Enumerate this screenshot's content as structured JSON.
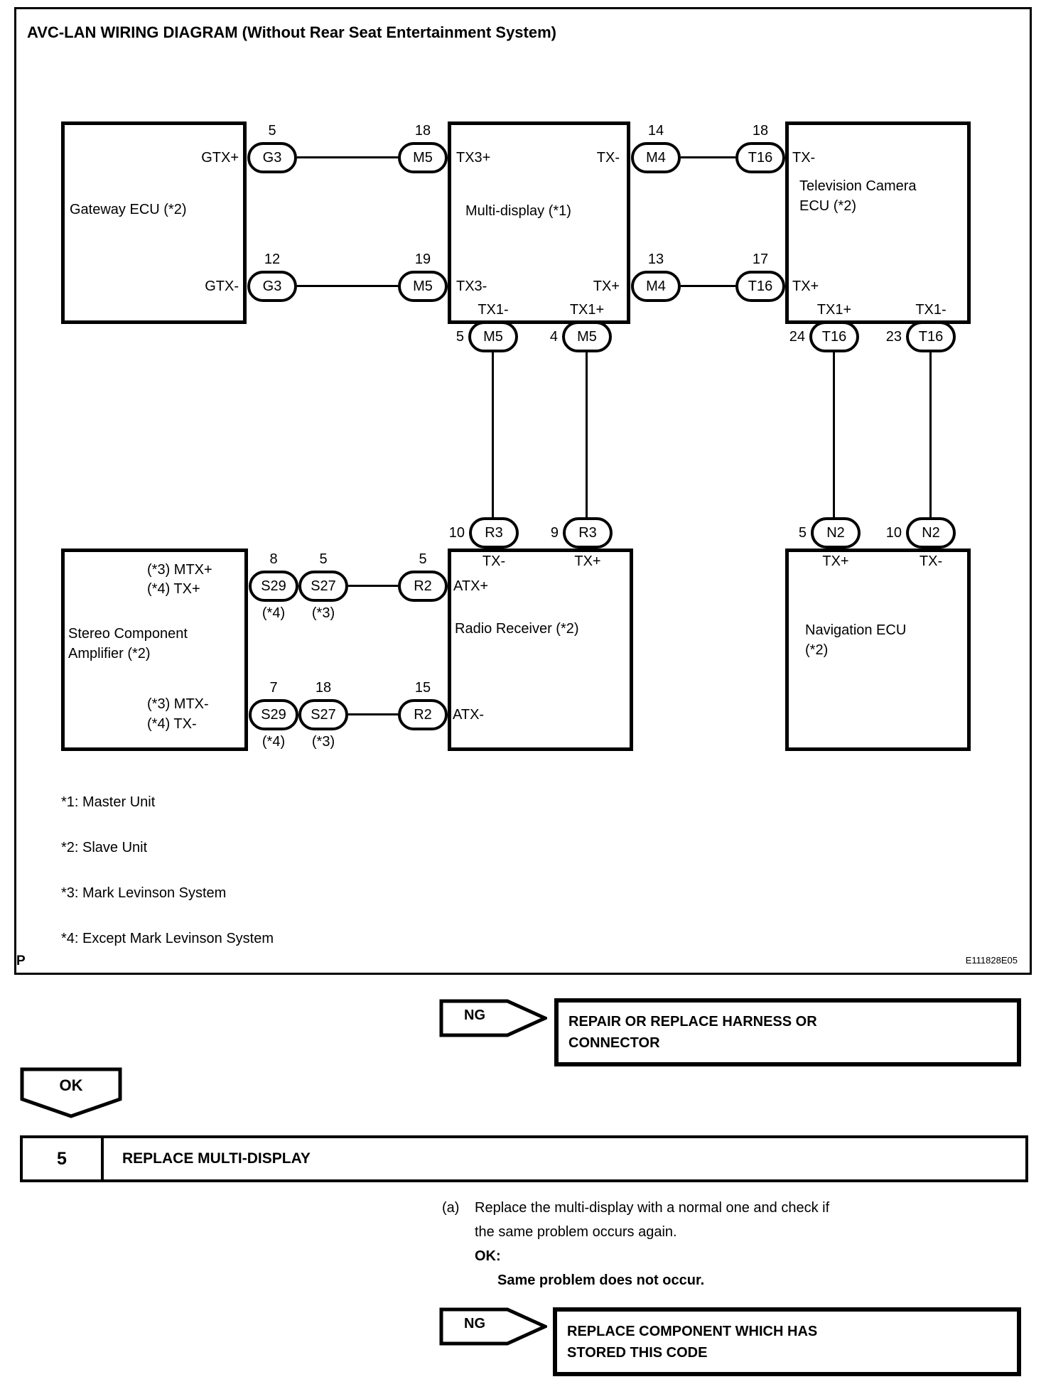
{
  "title": "AVC-LAN WIRING DIAGRAM (Without Rear Seat Entertainment System)",
  "diagram": {
    "gateway": {
      "name": "Gateway ECU (*2)",
      "pin_gtx_plus": "GTX+",
      "pin_gtx_minus": "GTX-"
    },
    "multi_display": {
      "name": "Multi-display (*1)",
      "pin_tx3_plus": "TX3+",
      "pin_tx3_minus": "TX3-",
      "pin_tx_minus": "TX-",
      "pin_tx_plus": "TX+",
      "pin_tx1_minus": "TX1-",
      "pin_tx1_plus": "TX1+"
    },
    "tv_camera": {
      "name_line1": "Television Camera",
      "name_line2": "ECU (*2)",
      "pin_tx_minus": "TX-",
      "pin_tx_plus": "TX+",
      "pin_tx1_plus": "TX1+",
      "pin_tx1_minus": "TX1-"
    },
    "amplifier": {
      "name_line1": "Stereo Component",
      "name_line2": "Amplifier (*2)",
      "pin_top_line1": "(*3) MTX+",
      "pin_top_line2": "(*4) TX+",
      "pin_bottom_line1": "(*3) MTX-",
      "pin_bottom_line2": "(*4) TX-"
    },
    "radio": {
      "name": "Radio Receiver (*2)",
      "pin_tx_minus": "TX-",
      "pin_tx_plus": "TX+",
      "pin_atx_plus": "ATX+",
      "pin_atx_minus": "ATX-"
    },
    "navigation": {
      "name_line1": "Navigation ECU",
      "name_line2": "(*2)",
      "pin_tx_plus": "TX+",
      "pin_tx_minus": "TX-"
    },
    "connectors": {
      "g3_5": {
        "id": "G3",
        "pin": "5"
      },
      "m5_18": {
        "id": "M5",
        "pin": "18"
      },
      "m4_14": {
        "id": "M4",
        "pin": "14"
      },
      "t16_18": {
        "id": "T16",
        "pin": "18"
      },
      "g3_12": {
        "id": "G3",
        "pin": "12"
      },
      "m5_19": {
        "id": "M5",
        "pin": "19"
      },
      "m4_13": {
        "id": "M4",
        "pin": "13"
      },
      "t16_17": {
        "id": "T16",
        "pin": "17"
      },
      "m5_5": {
        "id": "M5",
        "pin": "5"
      },
      "m5_4": {
        "id": "M5",
        "pin": "4"
      },
      "t16_24": {
        "id": "T16",
        "pin": "24"
      },
      "t16_23": {
        "id": "T16",
        "pin": "23"
      },
      "r3_10": {
        "id": "R3",
        "pin": "10"
      },
      "r3_9": {
        "id": "R3",
        "pin": "9"
      },
      "n2_5": {
        "id": "N2",
        "pin": "5"
      },
      "n2_10": {
        "id": "N2",
        "pin": "10"
      },
      "s29_8": {
        "id": "S29",
        "pin": "8",
        "note": "(*4)"
      },
      "s27_5": {
        "id": "S27",
        "pin": "5",
        "note": "(*3)"
      },
      "r2_5": {
        "id": "R2",
        "pin": "5"
      },
      "s29_7": {
        "id": "S29",
        "pin": "7",
        "note": "(*4)"
      },
      "s27_18": {
        "id": "S27",
        "pin": "18",
        "note": "(*3)"
      },
      "r2_15": {
        "id": "R2",
        "pin": "15"
      }
    },
    "footnotes": {
      "f1": "*1: Master Unit",
      "f2": "*2: Slave Unit",
      "f3": "*3: Mark Levinson System",
      "f4": "*4: Except Mark Levinson System"
    },
    "page_letter": "P",
    "figure_code": "E111828E05"
  },
  "flow": {
    "ng1": {
      "label": "NG",
      "result_line1": "REPAIR OR REPLACE HARNESS OR",
      "result_line2": "CONNECTOR"
    },
    "ok_label": "OK",
    "step_number": "5",
    "step_title": "REPLACE MULTI-DISPLAY",
    "instruction": {
      "marker": "(a)",
      "line1": "Replace the multi-display with a normal one and check if",
      "line2": "the same problem occurs again.",
      "ok_heading": "OK:",
      "ok_text": "Same problem does not occur."
    },
    "ng2": {
      "label": "NG",
      "result_line1": "REPLACE COMPONENT WHICH HAS",
      "result_line2": "STORED THIS CODE"
    }
  }
}
